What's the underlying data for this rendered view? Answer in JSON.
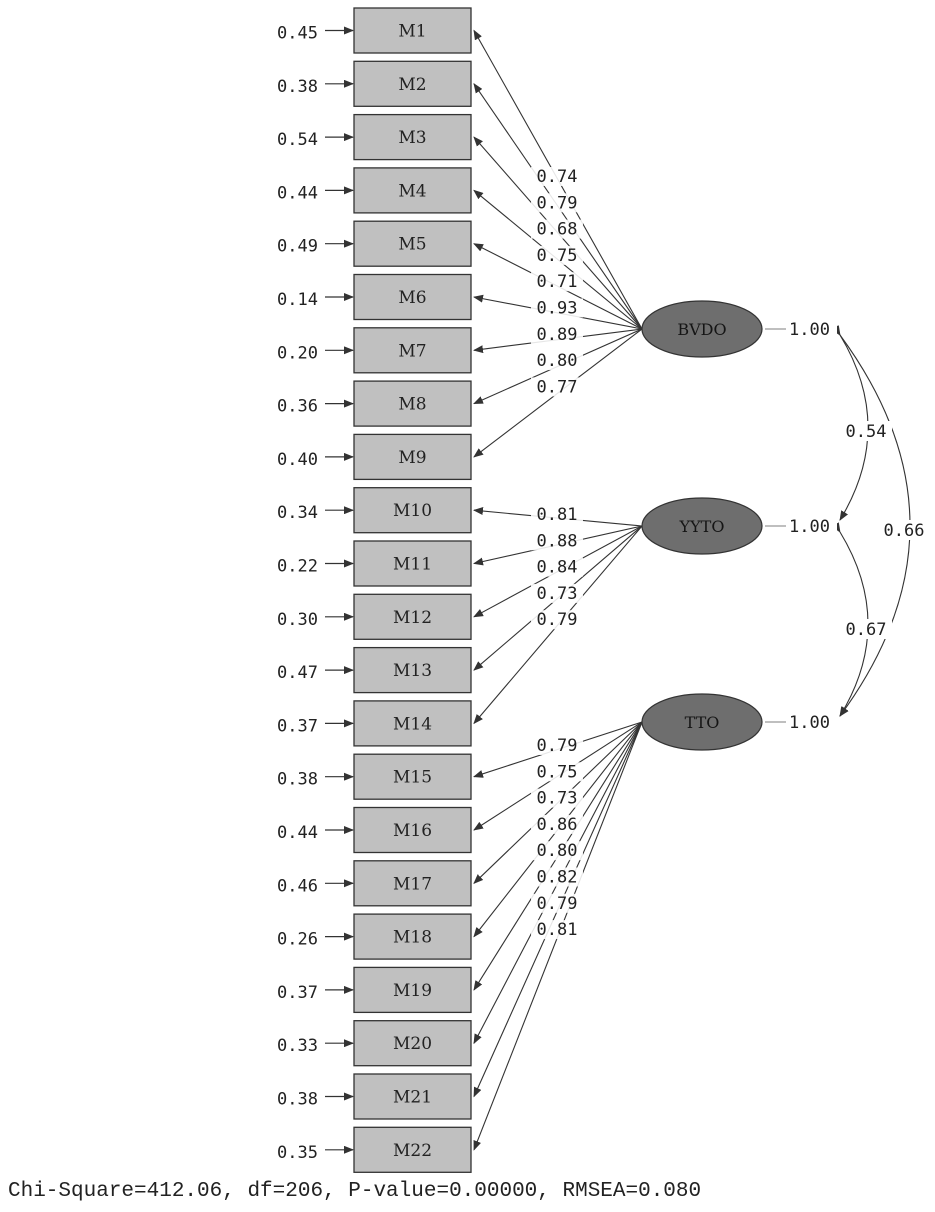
{
  "indicators": [
    {
      "name": "M1",
      "error": "0.45",
      "factor": 0,
      "loading": "0.74"
    },
    {
      "name": "M2",
      "error": "0.38",
      "factor": 0,
      "loading": "0.79"
    },
    {
      "name": "M3",
      "error": "0.54",
      "factor": 0,
      "loading": "0.68"
    },
    {
      "name": "M4",
      "error": "0.44",
      "factor": 0,
      "loading": "0.75"
    },
    {
      "name": "M5",
      "error": "0.49",
      "factor": 0,
      "loading": "0.71"
    },
    {
      "name": "M6",
      "error": "0.14",
      "factor": 0,
      "loading": "0.93"
    },
    {
      "name": "M7",
      "error": "0.20",
      "factor": 0,
      "loading": "0.89"
    },
    {
      "name": "M8",
      "error": "0.36",
      "factor": 0,
      "loading": "0.80"
    },
    {
      "name": "M9",
      "error": "0.40",
      "factor": 0,
      "loading": "0.77"
    },
    {
      "name": "M10",
      "error": "0.34",
      "factor": 1,
      "loading": "0.81"
    },
    {
      "name": "M11",
      "error": "0.22",
      "factor": 1,
      "loading": "0.88"
    },
    {
      "name": "M12",
      "error": "0.30",
      "factor": 1,
      "loading": "0.84"
    },
    {
      "name": "M13",
      "error": "0.47",
      "factor": 1,
      "loading": "0.73"
    },
    {
      "name": "M14",
      "error": "0.37",
      "factor": 1,
      "loading": "0.79"
    },
    {
      "name": "M15",
      "error": "0.38",
      "factor": 2,
      "loading": "0.79"
    },
    {
      "name": "M16",
      "error": "0.44",
      "factor": 2,
      "loading": "0.75"
    },
    {
      "name": "M17",
      "error": "0.46",
      "factor": 2,
      "loading": "0.73"
    },
    {
      "name": "M18",
      "error": "0.26",
      "factor": 2,
      "loading": "0.86"
    },
    {
      "name": "M19",
      "error": "0.37",
      "factor": 2,
      "loading": "0.80"
    },
    {
      "name": "M20",
      "error": "0.33",
      "factor": 2,
      "loading": "0.82"
    },
    {
      "name": "M21",
      "error": "0.38",
      "factor": 2,
      "loading": "0.79"
    },
    {
      "name": "M22",
      "error": "0.35",
      "factor": 2,
      "loading": "0.81"
    }
  ],
  "factors": [
    {
      "name": "BVDO",
      "variance": "1.00"
    },
    {
      "name": "YYTO",
      "variance": "1.00"
    },
    {
      "name": "TTO",
      "variance": "1.00"
    }
  ],
  "correlations": [
    {
      "from": 0,
      "to": 1,
      "value": "0.54"
    },
    {
      "from": 1,
      "to": 2,
      "value": "0.67"
    },
    {
      "from": 0,
      "to": 2,
      "value": "0.66"
    }
  ],
  "fit_stats": "Chi-Square=412.06, df=206, P-value=0.00000, RMSEA=0.080",
  "colors": {
    "box_fill": "#c0c0c0",
    "ellipse_fill": "#6e6e6e",
    "line": "#333333",
    "text": "#222222"
  }
}
